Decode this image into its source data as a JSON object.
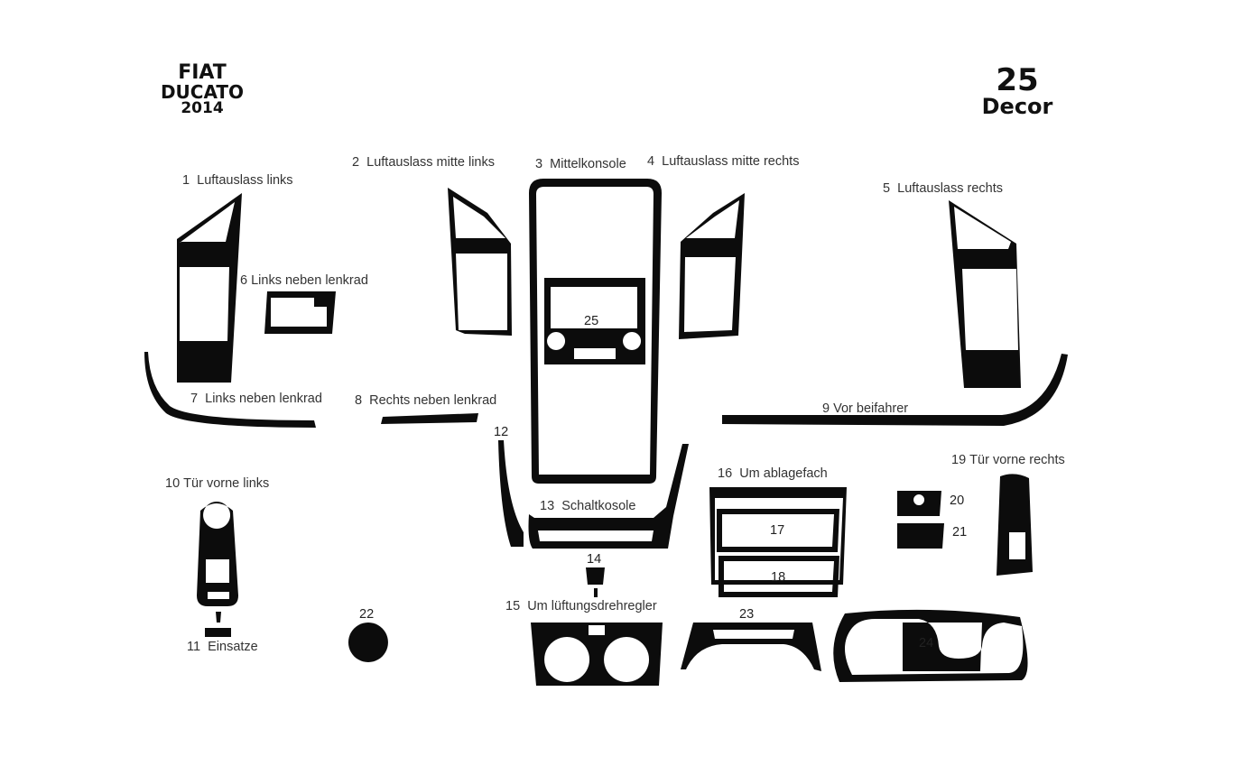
{
  "header": {
    "make": "FIAT",
    "model": "DUCATO",
    "year": "2014",
    "piece_count": "25",
    "piece_word": "Decor"
  },
  "parts": [
    {
      "num": "1",
      "label": "Luftauslass links"
    },
    {
      "num": "2",
      "label": "Luftauslass mitte links"
    },
    {
      "num": "3",
      "label": "Mittelkonsole"
    },
    {
      "num": "4",
      "label": "Luftauslass mitte rechts"
    },
    {
      "num": "5",
      "label": "Luftauslass rechts"
    },
    {
      "num": "6",
      "label": "Links neben lenkrad"
    },
    {
      "num": "7",
      "label": "Links neben lenkrad"
    },
    {
      "num": "8",
      "label": "Rechts neben lenkrad"
    },
    {
      "num": "9",
      "label": "Vor beifahrer"
    },
    {
      "num": "10",
      "label": "Tür vorne links"
    },
    {
      "num": "11",
      "label": "Einsatze"
    },
    {
      "num": "12",
      "label": ""
    },
    {
      "num": "13",
      "label": "Schaltkosole"
    },
    {
      "num": "14",
      "label": ""
    },
    {
      "num": "15",
      "label": "Um lüftungsdrehregler"
    },
    {
      "num": "16",
      "label": "Um ablagefach"
    },
    {
      "num": "17",
      "label": ""
    },
    {
      "num": "18",
      "label": ""
    },
    {
      "num": "19",
      "label": "Tür vorne rechts"
    },
    {
      "num": "20",
      "label": ""
    },
    {
      "num": "21",
      "label": ""
    },
    {
      "num": "22",
      "label": ""
    },
    {
      "num": "23",
      "label": ""
    },
    {
      "num": "24",
      "label": ""
    },
    {
      "num": "25",
      "label": ""
    }
  ]
}
